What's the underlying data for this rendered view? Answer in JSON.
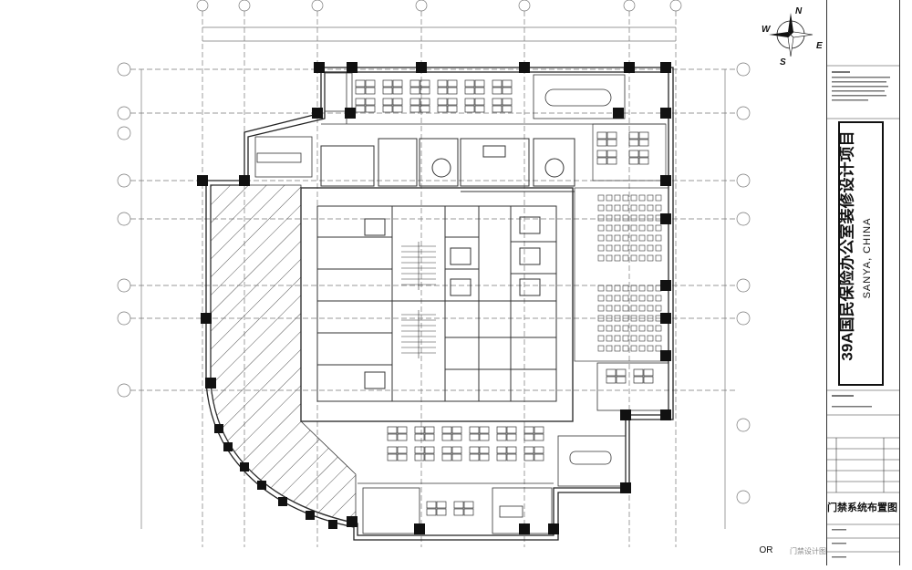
{
  "title_block": {
    "project_title": "39A国民保险办公室装修设计项目",
    "project_subtitle": "SANYA, CHINA",
    "drawing_name": "门禁系统布置图",
    "revision": "OR",
    "sheet_note": "门禁设计图"
  },
  "compass": {
    "n": "N",
    "s": "S",
    "e": "E",
    "w": "W"
  },
  "colors": {
    "line": "#333333",
    "wall": "#111111",
    "hatch": "#555555",
    "room_fill": "#ffffff"
  },
  "icons": [
    "north-arrow-icon",
    "column-icon",
    "round-table-icon",
    "workstation-icon"
  ]
}
